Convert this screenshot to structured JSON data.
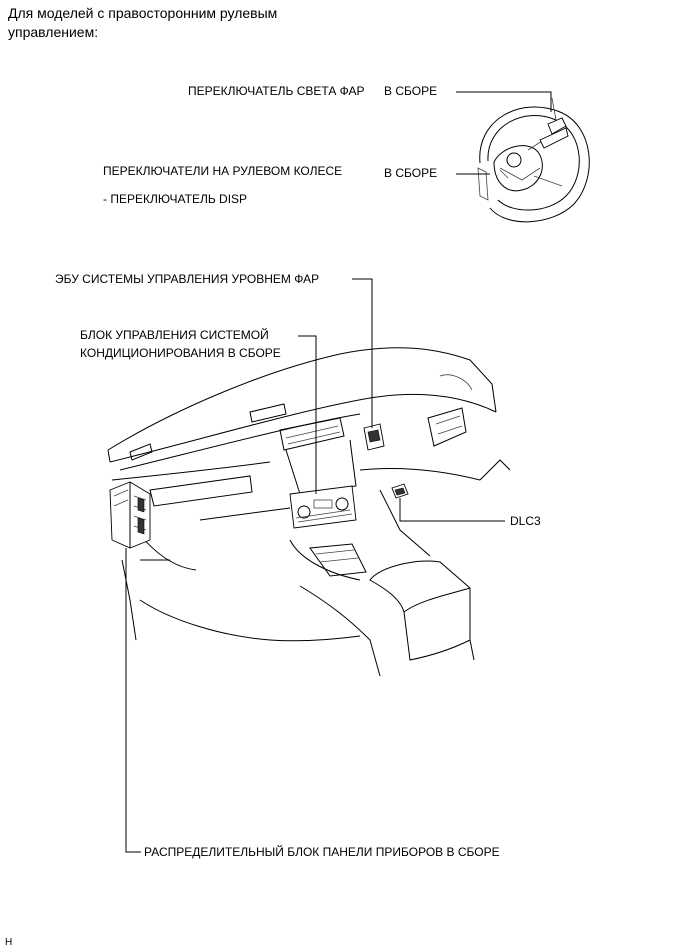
{
  "heading": "Для моделей с правосторонним рулевым управлением:",
  "labels": {
    "headlight_switch_a": "ПЕРЕКЛЮЧАТЕЛЬ СВЕТА ФАР",
    "headlight_switch_b": "В СБОРЕ",
    "steering_switches_a": "ПЕРЕКЛЮЧАТЕЛИ НА РУЛЕВОМ КОЛЕСЕ",
    "steering_switches_b": "В СБОРЕ",
    "disp_switch": "- ПЕРЕКЛЮЧАТЕЛЬ DISP",
    "headlight_level_ecu": "ЭБУ СИСТЕМЫ УПРАВЛЕНИЯ УРОВНЕМ ФАР",
    "ac_control_line1": "БЛОК УПРАВЛЕНИЯ СИСТЕМОЙ",
    "ac_control_line2": "КОНДИЦИОНИРОВАНИЯ В СБОРЕ",
    "dlc3": "DLC3",
    "junction_block": "РАСПРЕДЕЛИТЕЛЬНЫЙ БЛОК ПАНЕЛИ ПРИБОРОВ В СБОРЕ"
  },
  "figure_code": "H"
}
